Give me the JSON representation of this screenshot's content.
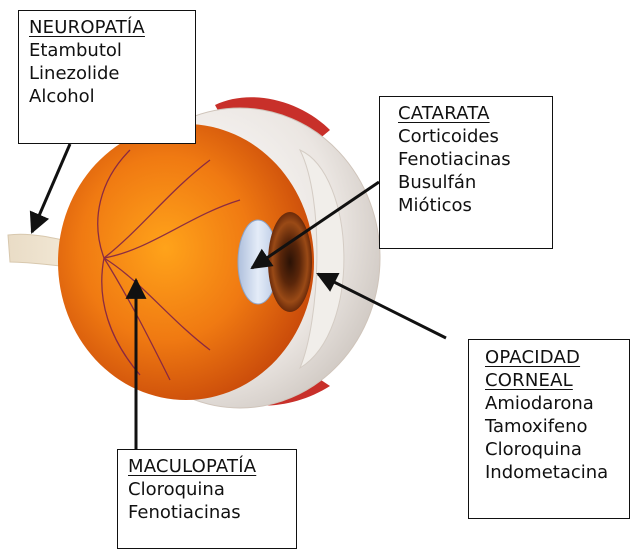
{
  "boxes": {
    "neuropatia": {
      "title": "NEUROPATÍA",
      "items": [
        "Etambutol",
        "Linezolide",
        "Alcohol"
      ]
    },
    "catarata": {
      "title": "CATARATA",
      "items": [
        "Corticoides",
        "Fenotiacinas",
        "Busulfán",
        "Mióticos"
      ]
    },
    "opacidad": {
      "title_line1": "OPACIDAD",
      "title_line2": "CORNEAL",
      "items": [
        "Amiodarona",
        "Tamoxifeno",
        "Cloroquina",
        "Indometacina"
      ]
    },
    "maculopatia": {
      "title": "MACULOPATÍA",
      "items": [
        "Cloroquina",
        "Fenotiacinas"
      ]
    }
  },
  "colors": {
    "retina": "#f07a12",
    "sclera": "#ece8e4",
    "muscle": "#c8302a",
    "lens": "#c9d8ef",
    "iris": "#7a3a12",
    "arrow": "#111111"
  }
}
